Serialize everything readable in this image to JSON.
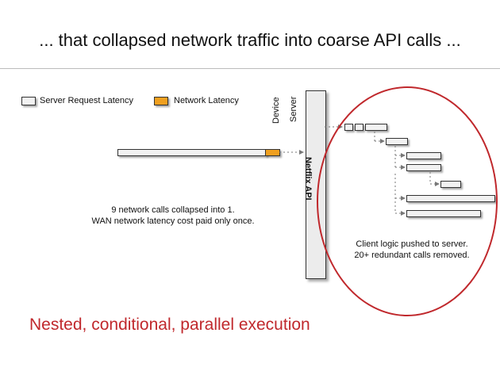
{
  "slide": {
    "title": "... that collapsed network traffic into coarse API calls ...",
    "subtitle": "Nested, conditional, parallel execution"
  },
  "legend": {
    "server_label": "Server Request Latency",
    "network_label": "Network Latency",
    "server_color": "#f2f2f2",
    "network_color": "#f0a020"
  },
  "columns": {
    "device": "Device",
    "server": "Server",
    "api": "Netflix API"
  },
  "notes": {
    "left_line1": "9 network calls collapsed into 1.",
    "left_line2": "WAN network latency cost paid only once.",
    "right_line1": "Client logic pushed to server.",
    "right_line2": "20+ redundant calls removed."
  },
  "colors": {
    "accent_red": "#c0282c",
    "border": "#333333"
  }
}
